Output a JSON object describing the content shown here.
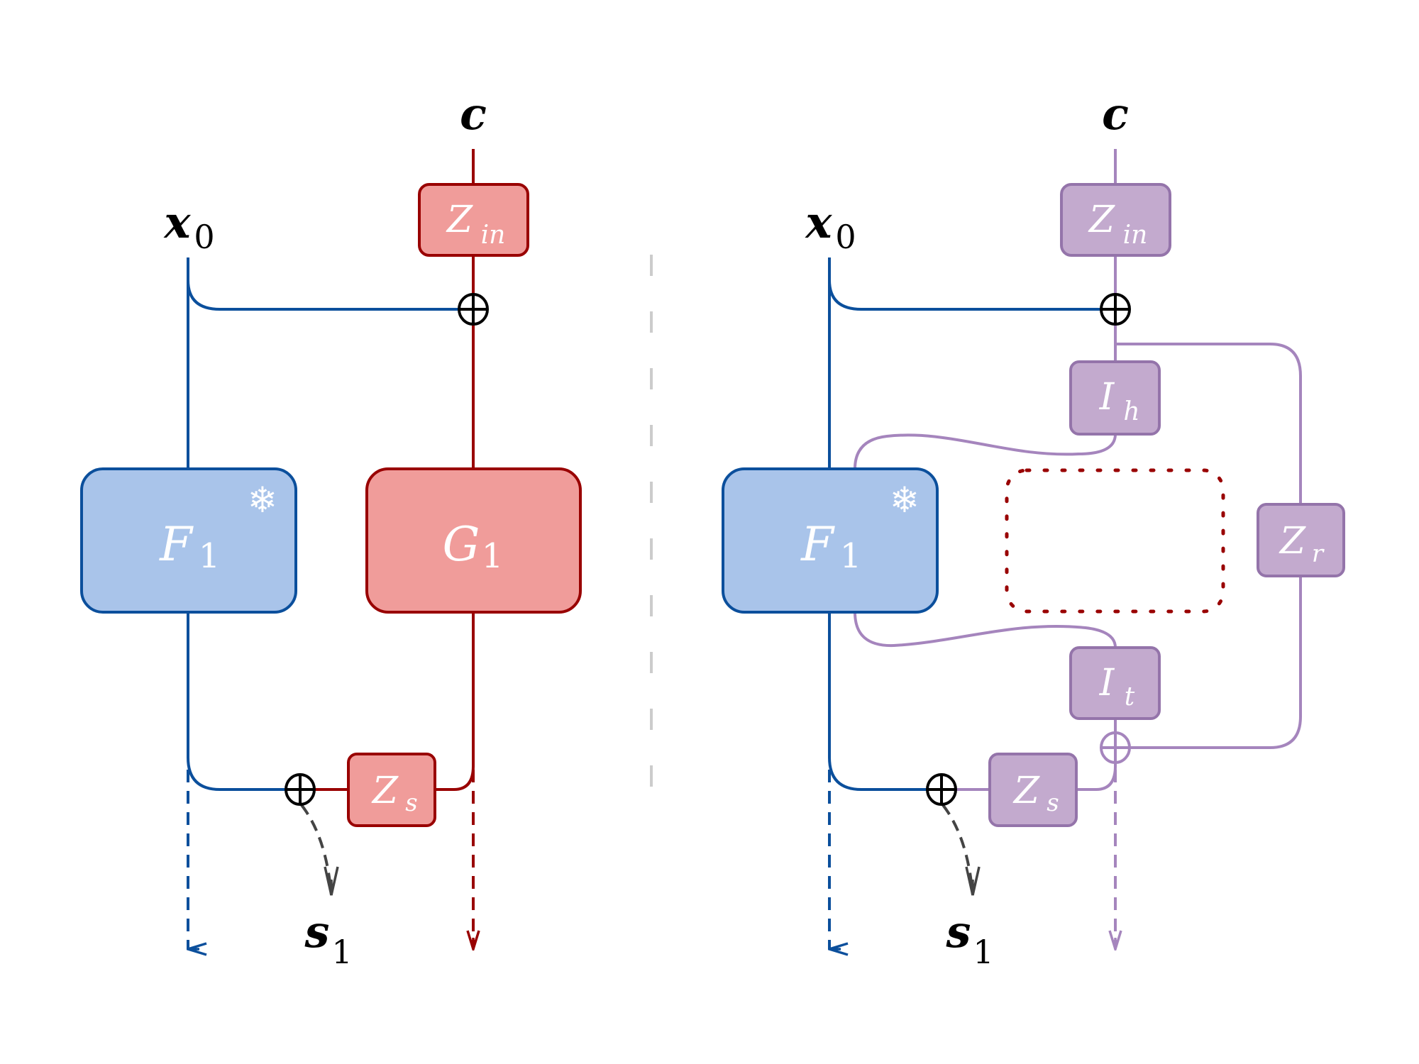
{
  "colors": {
    "blue_stroke": "#0b4f9c",
    "blue_fill": "#a9c4ea",
    "red_stroke": "#990000",
    "red_fill": "#f09c9a",
    "purple_stroke": "#a585bd",
    "purple_box_stroke": "#9474aa",
    "purple_fill": "#c3aace",
    "divider": "#cccccc",
    "gray_arrow": "#444444",
    "black": "#000000"
  },
  "left_panel": {
    "input_c": {
      "main": "c",
      "sub": ""
    },
    "input_x": {
      "main": "x",
      "sub": "0"
    },
    "z_in": {
      "main": "Z",
      "sub": "in"
    },
    "frozen_block": {
      "main": "F",
      "sub": "1",
      "icon": "snowflake-icon"
    },
    "trainable_block": {
      "main": "G",
      "sub": "1"
    },
    "z_s": {
      "main": "Z",
      "sub": "s"
    },
    "output_s": {
      "main": "s",
      "sub": "1"
    }
  },
  "right_panel": {
    "input_c": {
      "main": "c",
      "sub": ""
    },
    "input_x": {
      "main": "x",
      "sub": "0"
    },
    "z_in": {
      "main": "Z",
      "sub": "in"
    },
    "i_h": {
      "main": "I",
      "sub": "h"
    },
    "frozen_block": {
      "main": "F",
      "sub": "1",
      "icon": "snowflake-icon"
    },
    "z_r": {
      "main": "Z",
      "sub": "r"
    },
    "i_t": {
      "main": "I",
      "sub": "t"
    },
    "z_s": {
      "main": "Z",
      "sub": "s"
    },
    "output_s": {
      "main": "s",
      "sub": "1"
    }
  }
}
